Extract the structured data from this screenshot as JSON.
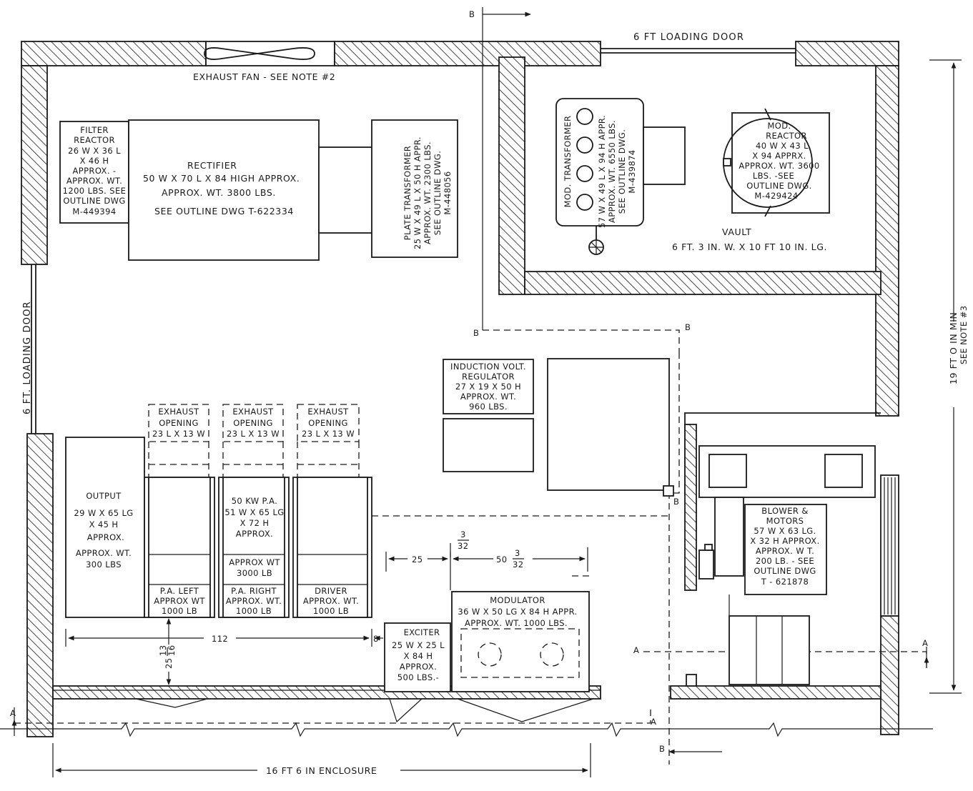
{
  "labels": {
    "top_loading_door": "6 FT LOADING DOOR",
    "left_loading_door": "6 FT. LOADING DOOR",
    "exhaust_fan": "EXHAUST FAN - SEE NOTE #2",
    "enclosure_width": "16 FT 6 IN ENCLOSURE",
    "min_height_line1": "19 FT O IN MIN",
    "min_height_line2": "SEE NOTE #3",
    "dim_112": "112",
    "dim_8": "8",
    "dim_25": "25",
    "dim_25_13": "25",
    "dim_13_16_num": "13",
    "dim_13_16_den": "16",
    "dim_50": "50",
    "dim_3_32_num": "3",
    "dim_3_32_den": "32",
    "section_a": "A",
    "section_b": "B"
  },
  "equipment": {
    "filter_reactor": [
      "FILTER",
      "REACTOR",
      "26 W X 36 L",
      "X 46 H",
      "APPROX. -",
      "APPROX. WT.",
      "1200 LBS. SEE",
      "OUTLINE DWG",
      "M-449394"
    ],
    "rectifier": [
      "RECTIFIER",
      "50 W X 70 L X 84 HIGH APPROX.",
      "APPROX. WT. 3800 LBS.",
      "SEE OUTLINE DWG T-622334"
    ],
    "plate_transformer": [
      "PLATE TRANSFORMER",
      "25 W X 49 L X 50 H APPR.",
      "APPROX. WT. 2300 LBS.",
      "SEE OUTLINE DWG.",
      "M-448056"
    ],
    "mod_transformer": [
      "MOD. TRANSFORMER",
      "57 W X 49 L X 94 H APPR.",
      "APPROX. WT. 6550 LBS.",
      "SEE OUTLINE DWG.",
      "M-439874"
    ],
    "mod_reactor": [
      "MOD.",
      "REACTOR",
      "40 W X 43 L.",
      "X 94 APPRX.",
      "APPROX. WT. 3600",
      "LBS. -SEE",
      "OUTLINE DWG.",
      "M-429424"
    ],
    "vault": [
      "VAULT",
      "6 FT. 3 IN. W. X 10 FT 10 IN. LG."
    ],
    "induction_regulator": [
      "INDUCTION VOLT.",
      "REGULATOR",
      "27 X 19 X 50 H",
      "APPROX. WT.",
      "960 LBS."
    ],
    "exhaust_openings": [
      [
        "EXHAUST",
        "OPENING",
        "23 L X 13 W"
      ],
      [
        "EXHAUST",
        "OPENING",
        "23 L X 13 W"
      ],
      [
        "EXHAUST",
        "OPENING",
        "23 L X 13 W"
      ]
    ],
    "output": [
      "OUTPUT",
      "29 W X 65 LG",
      "X 45 H",
      "APPROX.",
      "APPROX. WT.",
      "300 LBS"
    ],
    "pa_50kw": [
      "50 KW P.A.",
      "51 W X 65 LG",
      "X 72 H",
      "APPROX."
    ],
    "pa_weight": [
      "APPROX WT",
      "3000 LB"
    ],
    "pa_left": [
      "P.A. LEFT",
      "APPROX WT",
      "1000 LB"
    ],
    "pa_right": [
      "P.A. RIGHT",
      "APPROX. WT.",
      "1000 LB"
    ],
    "driver": [
      "DRIVER",
      "APPROX. WT.",
      "1000 LB"
    ],
    "exciter": [
      "EXCITER",
      "25 W X 25 L",
      "X 84 H",
      "APPROX.",
      "500 LBS.-"
    ],
    "modulator": [
      "MODULATOR",
      "36 W X 50 LG X 84 H APPR.",
      "APPROX. WT. 1000 LBS."
    ],
    "blower": [
      "BLOWER &",
      "MOTORS",
      "57 W X 63 LG.",
      "X 32 H APPROX.",
      "APPROX. W T.",
      "200 LB. - SEE",
      "OUTLINE DWG",
      "T - 621878"
    ]
  }
}
